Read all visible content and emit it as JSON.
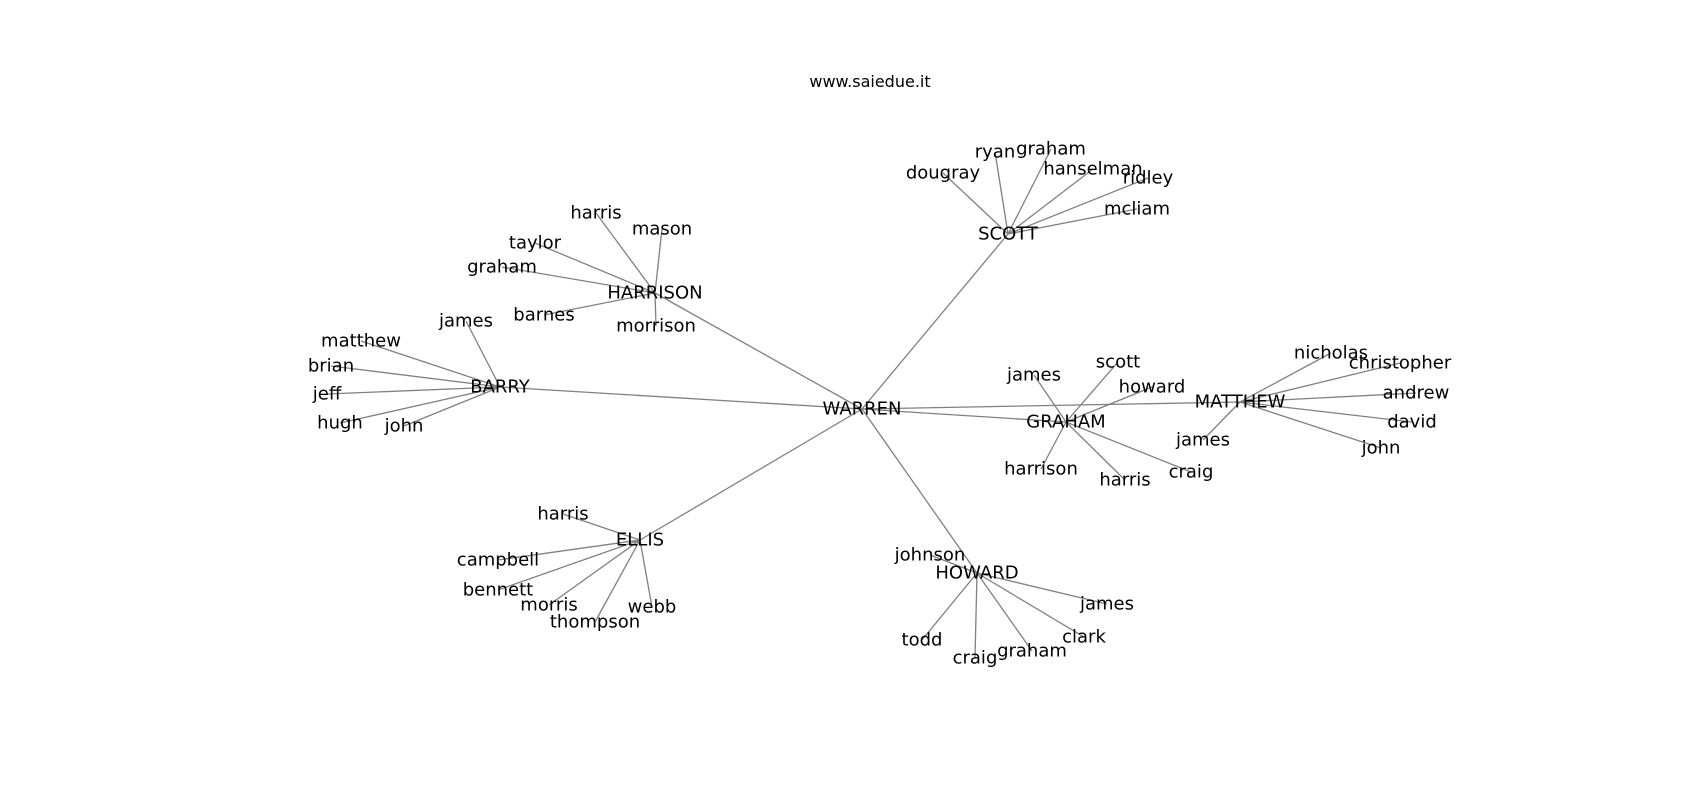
{
  "header": {
    "site": "www.saiedue.it"
  },
  "graph": {
    "root": "WARREN",
    "hubs": [
      {
        "name": "SCOTT",
        "leaves": [
          "dougray",
          "ryan",
          "graham",
          "hanselman",
          "ridley",
          "mcliam"
        ]
      },
      {
        "name": "HARRISON",
        "leaves": [
          "harris",
          "mason",
          "taylor",
          "graham",
          "barnes",
          "morrison"
        ]
      },
      {
        "name": "BARRY",
        "leaves": [
          "james",
          "matthew",
          "brian",
          "jeff",
          "hugh",
          "john"
        ]
      },
      {
        "name": "ELLIS",
        "leaves": [
          "harris",
          "campbell",
          "bennett",
          "morris",
          "thompson",
          "webb"
        ]
      },
      {
        "name": "HOWARD",
        "leaves": [
          "johnson",
          "james",
          "clark",
          "graham",
          "craig",
          "todd"
        ]
      },
      {
        "name": "GRAHAM",
        "leaves": [
          "james",
          "scott",
          "howard",
          "harrison",
          "harris",
          "craig"
        ]
      },
      {
        "name": "MATTHEW",
        "leaves": [
          "nicholas",
          "christopher",
          "andrew",
          "david",
          "john",
          "james"
        ]
      }
    ]
  },
  "colors": {
    "edge": "#808080",
    "text": "#000000",
    "background": "#ffffff"
  }
}
